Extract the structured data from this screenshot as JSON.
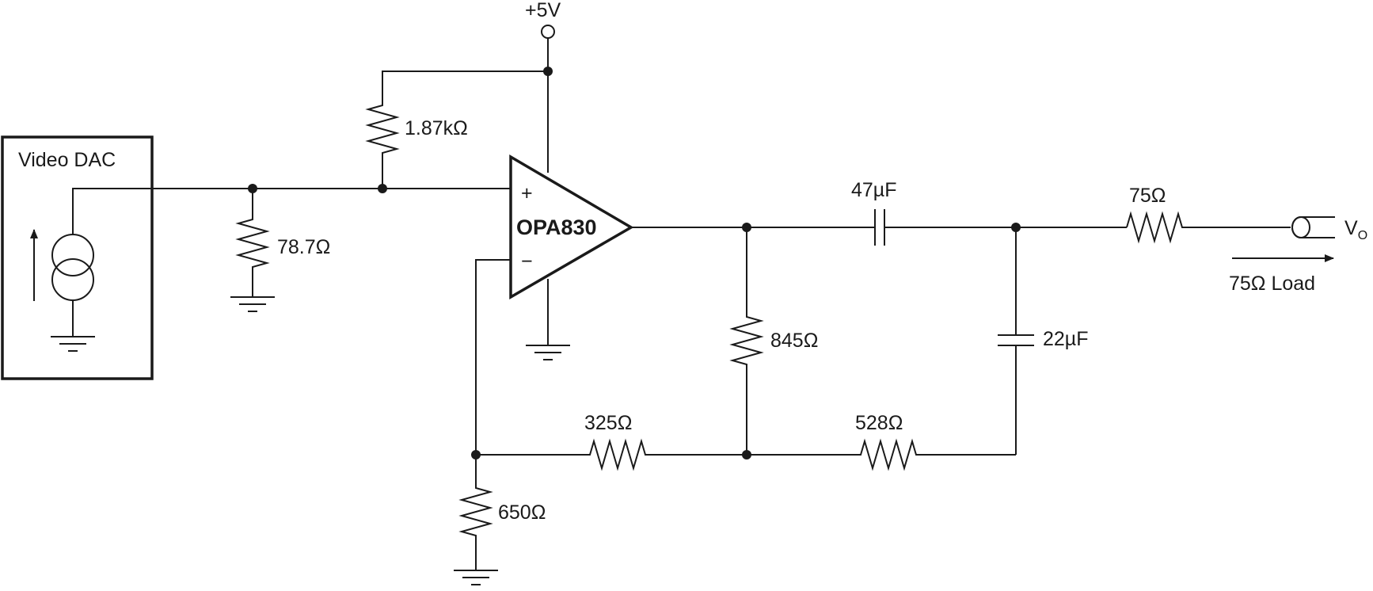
{
  "labels": {
    "supply": "+5V",
    "dac_title": "Video DAC",
    "r_bias": "1.87kΩ",
    "r_input": "78.7Ω",
    "amplifier": "OPA830",
    "plus": "+",
    "minus": "−",
    "c_coupling": "47µF",
    "r_series_out": "75Ω",
    "output_main": "V",
    "output_sub": "O",
    "load": "75Ω Load",
    "r_845": "845Ω",
    "c_22": "22µF",
    "r_325": "325Ω",
    "r_528": "528Ω",
    "r_650": "650Ω"
  }
}
